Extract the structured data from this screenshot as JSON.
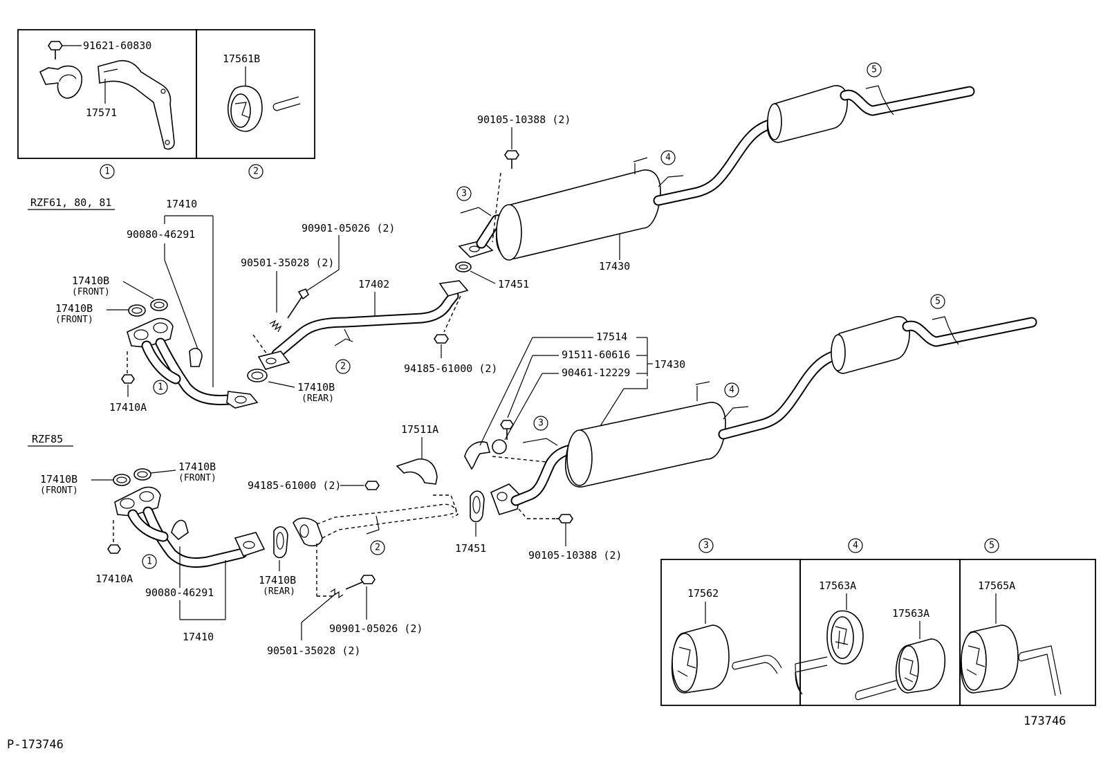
{
  "inset_boxes": {
    "box1": {
      "bolt": "91621-60830",
      "bracket": "17571",
      "circle": "1"
    },
    "box2": {
      "hanger": "17561B",
      "circle": "2"
    }
  },
  "section_rzf61": {
    "title": "RZF61, 80, 81",
    "exhaust_pipe": "17410",
    "stud_bolt": "90080-46291",
    "gasket_front_1": "17410B",
    "gasket_front_1_note": "(FRONT)",
    "gasket_front_2": "17410B",
    "gasket_front_2_note": "(FRONT)",
    "nut": "17410A",
    "gasket_rear": "17410B",
    "gasket_rear_note": "(REAR)",
    "circle_pipe": "1",
    "spring": "90501-35028 (2)",
    "bolt": "90901-05026 (2)",
    "center_pipe": "17402",
    "circle_center": "2",
    "nut_center": "94185-61000 (2)",
    "gasket_center": "17451",
    "tail_bolt": "90105-10388 (2)",
    "tail_pipe": "17430",
    "circle_3": "3",
    "circle_4": "4",
    "circle_5": "5"
  },
  "section_rzf85": {
    "title": "RZF85",
    "gasket_front_1": "17410B",
    "gasket_front_1_note": "(FRONT)",
    "gasket_front_2": "17410B",
    "gasket_front_2_note": "(FRONT)",
    "nut": "17410A",
    "circle_pipe": "1",
    "stud_bolt": "90080-46291",
    "exhaust_pipe": "17410",
    "gasket_rear": "17410B",
    "gasket_rear_note": "(REAR)",
    "spring": "90501-35028 (2)",
    "bolt": "90901-05026 (2)",
    "nut_center": "94185-61000 (2)",
    "insulator": "17511A",
    "circle_center": "2",
    "gasket_center": "17451",
    "tail_bolt": "90105-10388 (2)",
    "clamp": "17514",
    "clamp_bolt": "91511-60616",
    "clamp_nut": "90461-12229",
    "tail_pipe": "17430",
    "circle_3": "3",
    "circle_4": "4",
    "circle_5": "5"
  },
  "hanger_boxes": {
    "box3": {
      "circle": "3",
      "part": "17562"
    },
    "box4": {
      "circle": "4",
      "part_a": "17563A",
      "part_b": "17563A"
    },
    "box5": {
      "circle": "5",
      "part": "17565A"
    }
  },
  "footer": {
    "page_id": "P-173746",
    "figure_id": "173746"
  }
}
